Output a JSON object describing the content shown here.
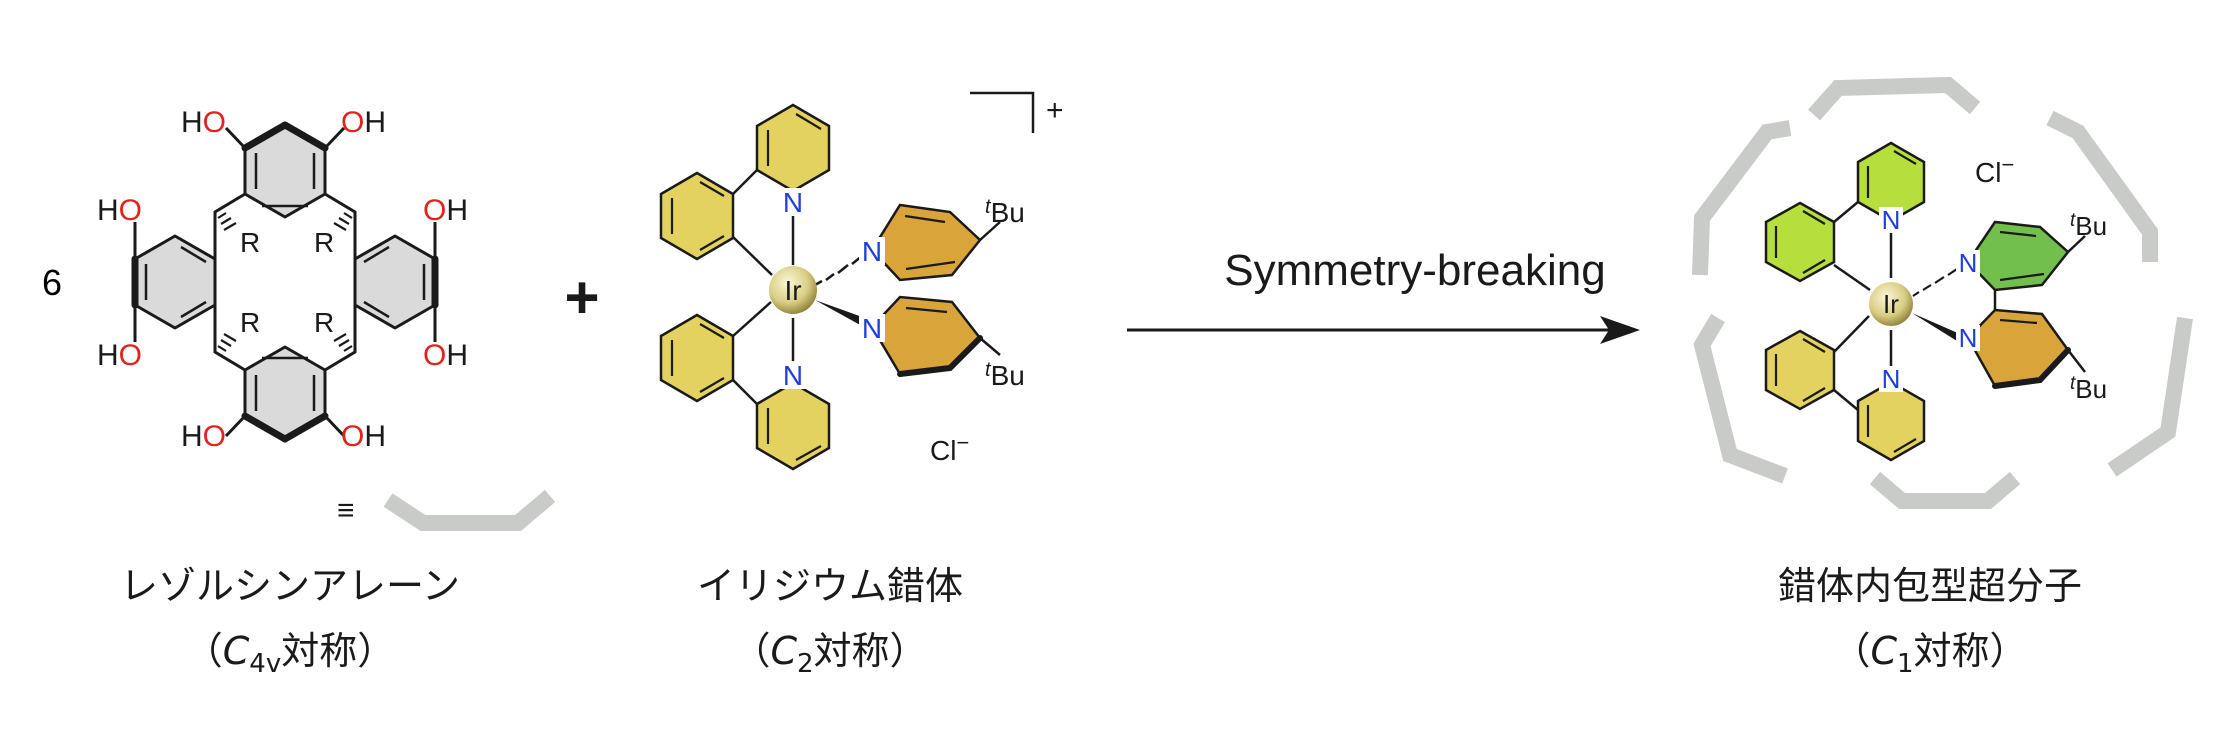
{
  "reactant1": {
    "coefficient": "6",
    "oh": "OH",
    "ho": "HO",
    "r": "R",
    "equiv": "≡",
    "name": "レゾルシンアレーン",
    "sym_open": "（",
    "sym_main": "C",
    "sym_sub": "4v",
    "sym_close": "対称）"
  },
  "plus": "+",
  "reactant2": {
    "metal": "Ir",
    "n": "N",
    "tbu_sup": "t",
    "tbu_main": "Bu",
    "counter_main": "Cl",
    "counter_sup": "−",
    "charge": "+",
    "name": "イリジウム錯体",
    "sym_open": "（",
    "sym_main": "C",
    "sym_sub": "2",
    "sym_close": "対称）"
  },
  "arrow": {
    "label": "Symmetry-breaking"
  },
  "product": {
    "metal": "Ir",
    "n": "N",
    "tbu_sup": "t",
    "tbu_main": "Bu",
    "counter_main": "Cl",
    "counter_sup": "−",
    "name": "錯体内包型超分子",
    "sym_open": "（",
    "sym_main": "C",
    "sym_sub": "1",
    "sym_close": "対称）"
  },
  "colors": {
    "bond": "#1a1a1a",
    "oxygen": "#e0231b",
    "nitrogen": "#1f3fd8",
    "arene_fill": "#dadada",
    "yellow_ring": "#e3d25f",
    "orange_ring": "#d9a43a",
    "lime_ring": "#b6de3c",
    "green_ring": "#72bf4e",
    "capsule": "#c9cbc8",
    "ir_center": "#f7f1bd",
    "ir_edge": "#8a7a31"
  }
}
